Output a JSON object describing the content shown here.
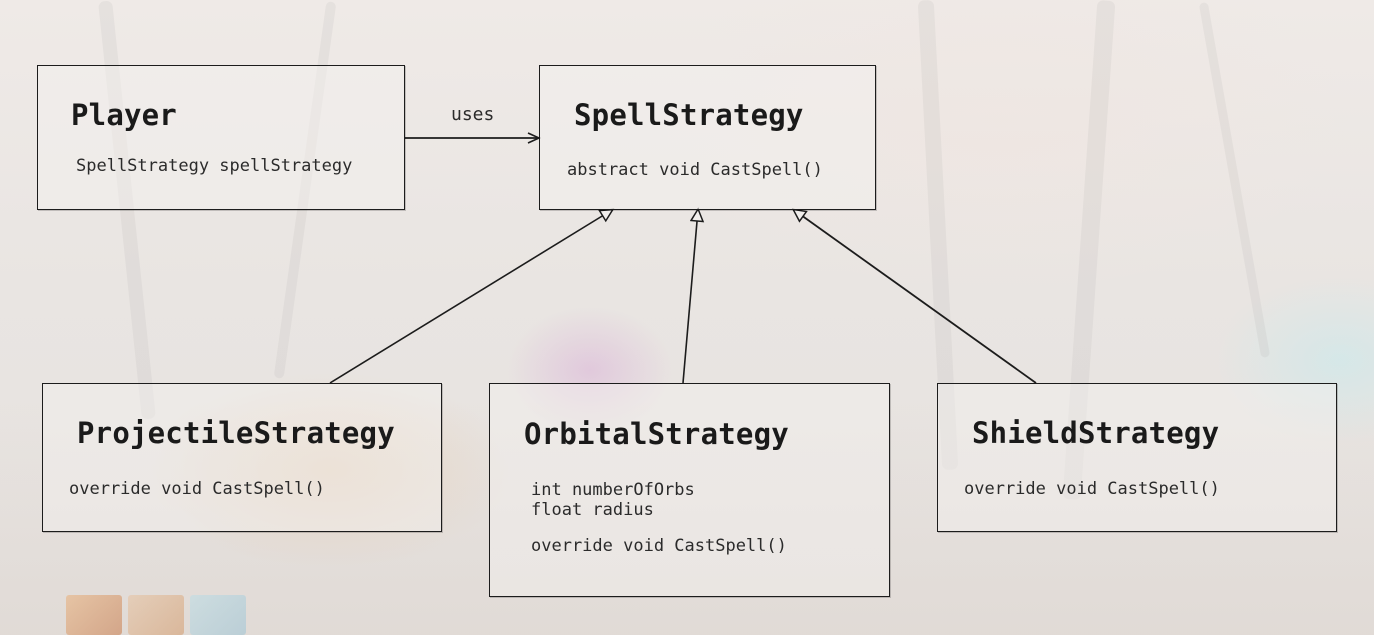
{
  "classes": {
    "player": {
      "name": "Player",
      "members": [
        "SpellStrategy spellStrategy"
      ]
    },
    "spell_strategy": {
      "name": "SpellStrategy",
      "members": [
        "abstract void CastSpell()"
      ]
    },
    "projectile_strategy": {
      "name": "ProjectileStrategy",
      "members": [
        "override void CastSpell()"
      ]
    },
    "orbital_strategy": {
      "name": "OrbitalStrategy",
      "fields": [
        "int numberOfOrbs",
        "float radius"
      ],
      "methods": [
        "override void CastSpell()"
      ]
    },
    "shield_strategy": {
      "name": "ShieldStrategy",
      "members": [
        "override void CastSpell()"
      ]
    }
  },
  "relations": [
    {
      "from": "player",
      "to": "spell_strategy",
      "type": "association",
      "label": "uses"
    },
    {
      "from": "projectile_strategy",
      "to": "spell_strategy",
      "type": "inheritance"
    },
    {
      "from": "orbital_strategy",
      "to": "spell_strategy",
      "type": "inheritance"
    },
    {
      "from": "shield_strategy",
      "to": "spell_strategy",
      "type": "inheritance"
    }
  ]
}
